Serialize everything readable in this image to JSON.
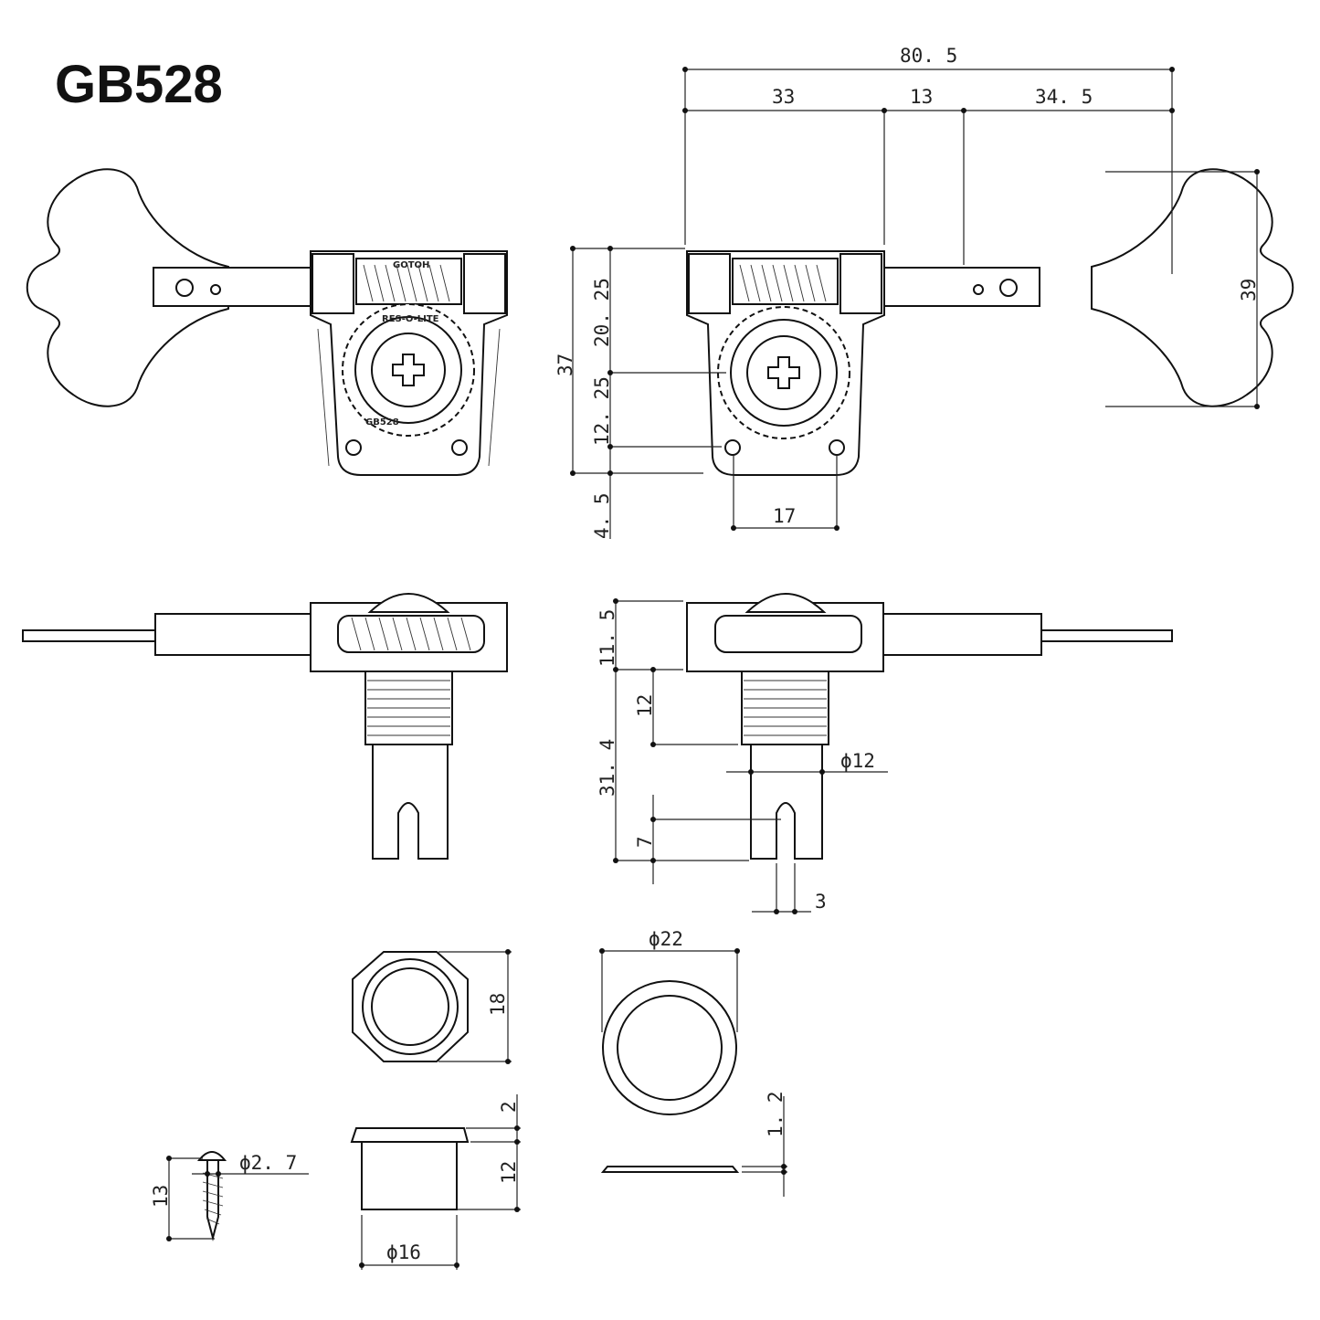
{
  "title": "GB528",
  "dimensions": {
    "total_width": "80. 5",
    "seg_a": "33",
    "seg_b": "13",
    "seg_c": "34. 5",
    "key_height": "39",
    "overall_height": "37",
    "h_upper": "20. 25",
    "h_lower": "12. 25",
    "h_bottom": "4. 5",
    "hole_spacing": "17",
    "side_top": "11. 5",
    "side_post": "31. 4",
    "thread_len": "12",
    "post_dia": "ϕ12",
    "slot_depth": "7",
    "slot_width": "3",
    "ferrule_dia": "ϕ22",
    "nut_width": "18",
    "bush_flange": "2",
    "bush_len": "12",
    "bush_dia": "ϕ16",
    "washer_t": "1. 2",
    "screw_dia": "ϕ2. 7",
    "screw_len": "13"
  },
  "gear_text": {
    "brand": "GOTOH",
    "res": "RES-O-LITE",
    "model": "GB528"
  },
  "icons": [
    "crosshead-screw-icon",
    "gotoh-logo"
  ]
}
